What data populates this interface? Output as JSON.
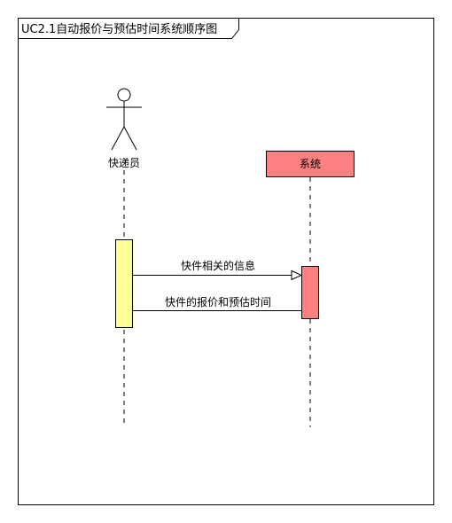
{
  "frame": {
    "title": "UC2.1自动报价与预估时间系统顺序图"
  },
  "participants": {
    "actor": {
      "name": "快递员",
      "activation_color": "#ffff99"
    },
    "system": {
      "name": "系统",
      "fill_color": "#ff8080",
      "activation_color": "#ff8080"
    }
  },
  "messages": {
    "request": {
      "label": "快件相关的信息"
    },
    "response": {
      "label": "快件的报价和预估时间"
    }
  }
}
